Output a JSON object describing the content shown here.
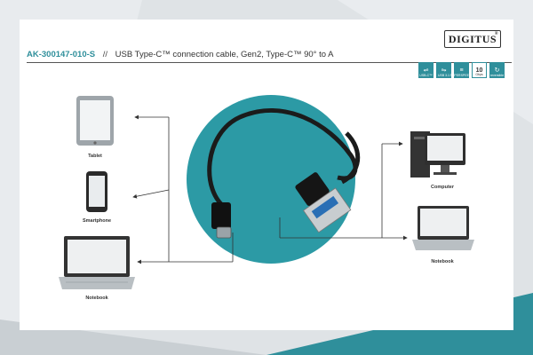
{
  "brand": {
    "logo_text": "DIGITUS",
    "registered": "®"
  },
  "header": {
    "sku": "AK-300147-010-S",
    "separator": "//",
    "description": "USB Type-C™ connection cable, Gen2, Type-C™ 90° to A"
  },
  "badges": [
    {
      "icon": "usb-c-icon",
      "label": "USB-C™"
    },
    {
      "icon": "usb-icon",
      "label": "USB 3.1"
    },
    {
      "icon": "superspeed-icon",
      "label": "SUPERSPEED+"
    },
    {
      "icon": "speed-icon",
      "value": "10",
      "label": "Gbps"
    },
    {
      "icon": "reversible-icon",
      "label": "reversible"
    }
  ],
  "devices": {
    "tablet": "Tablet",
    "smartphone": "Smartphone",
    "notebook_left": "Notebook",
    "computer": "Computer",
    "notebook_right": "Notebook"
  },
  "colors": {
    "accent": "#2f8f9b",
    "circle": "#2c9aa5",
    "background": "#dfe3e6"
  }
}
